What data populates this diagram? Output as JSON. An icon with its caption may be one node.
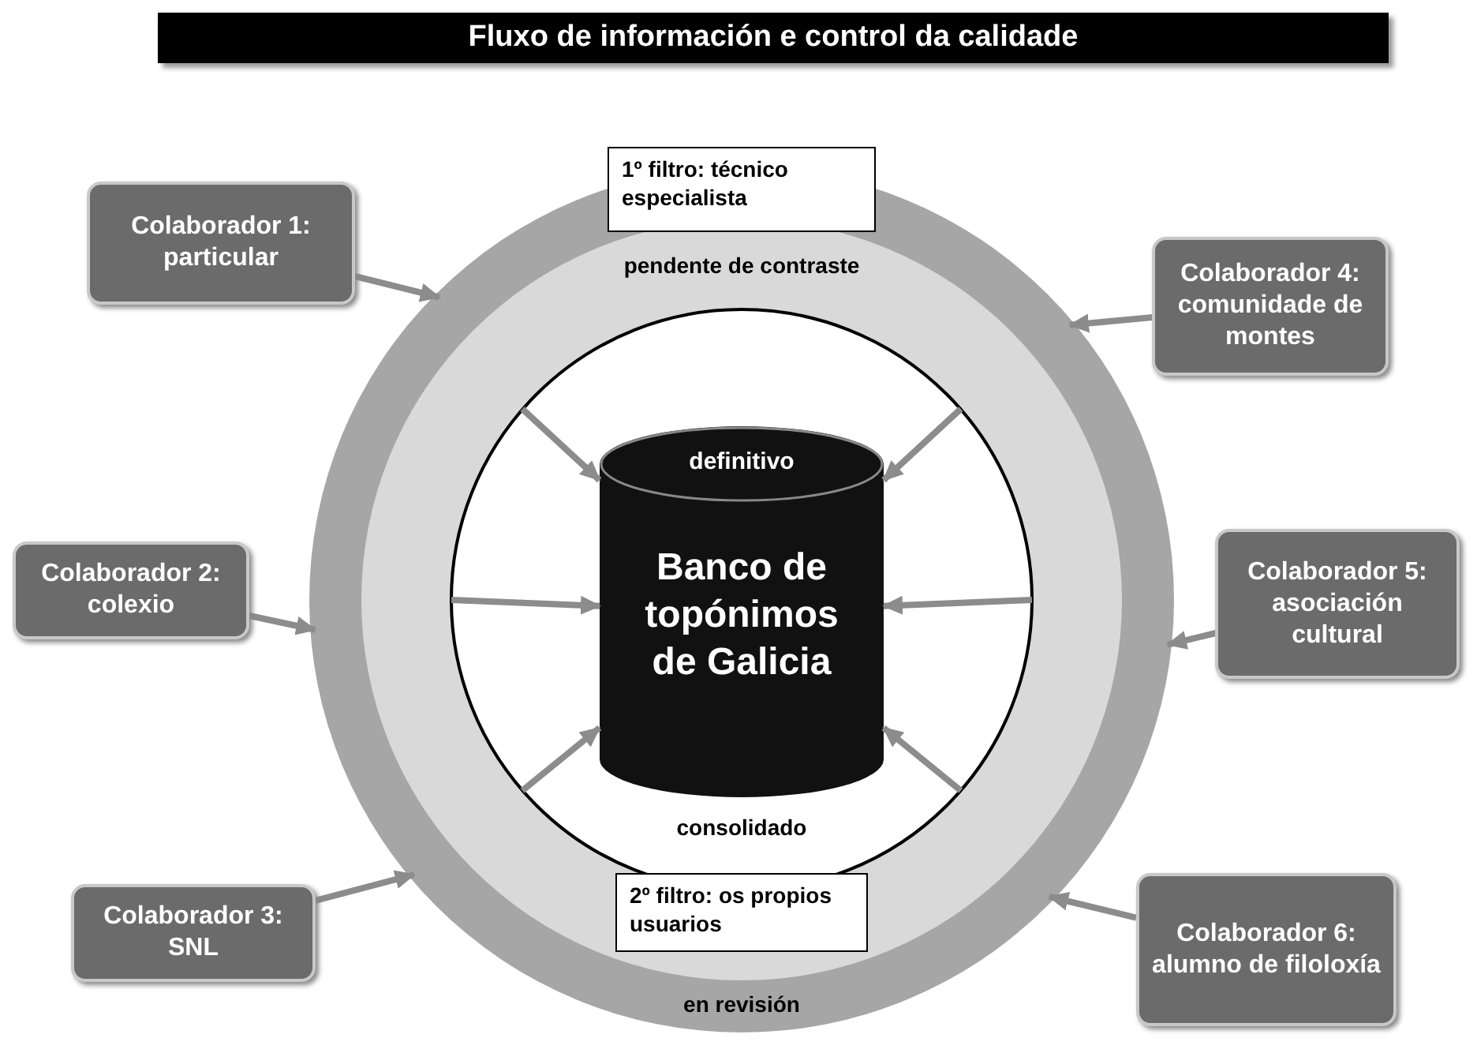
{
  "diagram": {
    "title": "Fluxo de información e control da calidade",
    "nodes": [
      {
        "text": [
          "en revisión"
        ]
      },
      {
        "text": [
          "1º filtro: técnico especialista"
        ]
      },
      {
        "text": [
          "pendente de contraste"
        ],
        "in": 0
      },
      {
        "text": [
          "2º filtro: os propios usuarios"
        ],
        "in": 2
      },
      {
        "text": [
          "consolidado"
        ],
        "in": 2
      },
      {
        "text": [
          "definitivo",
          "Banco de topónimos de Galicia"
        ],
        "in": 4
      },
      {
        "text": [
          "Colaborador 1: particular"
        ]
      },
      {
        "text": [
          "Colaborador 2: colexio"
        ]
      },
      {
        "text": [
          "Colaborador 3: SNL"
        ]
      },
      {
        "text": [
          "Colaborador 4: comunidade de montes"
        ]
      },
      {
        "text": [
          "Colaborador 5: asociación cultural"
        ]
      },
      {
        "text": [
          "Colaborador 6: alumno de filoloxía"
        ]
      }
    ],
    "edges": [
      {
        "from": 6,
        "to": 0,
        "arrow": "to"
      },
      {
        "from": 7,
        "to": 0,
        "arrow": "to"
      },
      {
        "from": 8,
        "to": 0,
        "arrow": "to"
      },
      {
        "from": 9,
        "to": 0,
        "arrow": "to"
      },
      {
        "from": 10,
        "to": 0,
        "arrow": "to"
      },
      {
        "from": 11,
        "to": 0,
        "arrow": "to"
      },
      {
        "from": 4,
        "to": 5,
        "arrow": "to"
      },
      {
        "from": 4,
        "to": 5,
        "arrow": "to"
      },
      {
        "from": 4,
        "to": 5,
        "arrow": "to"
      },
      {
        "from": 4,
        "to": 5,
        "arrow": "to"
      },
      {
        "from": 4,
        "to": 5,
        "arrow": "to"
      },
      {
        "from": 4,
        "to": 5,
        "arrow": "to"
      }
    ]
  }
}
